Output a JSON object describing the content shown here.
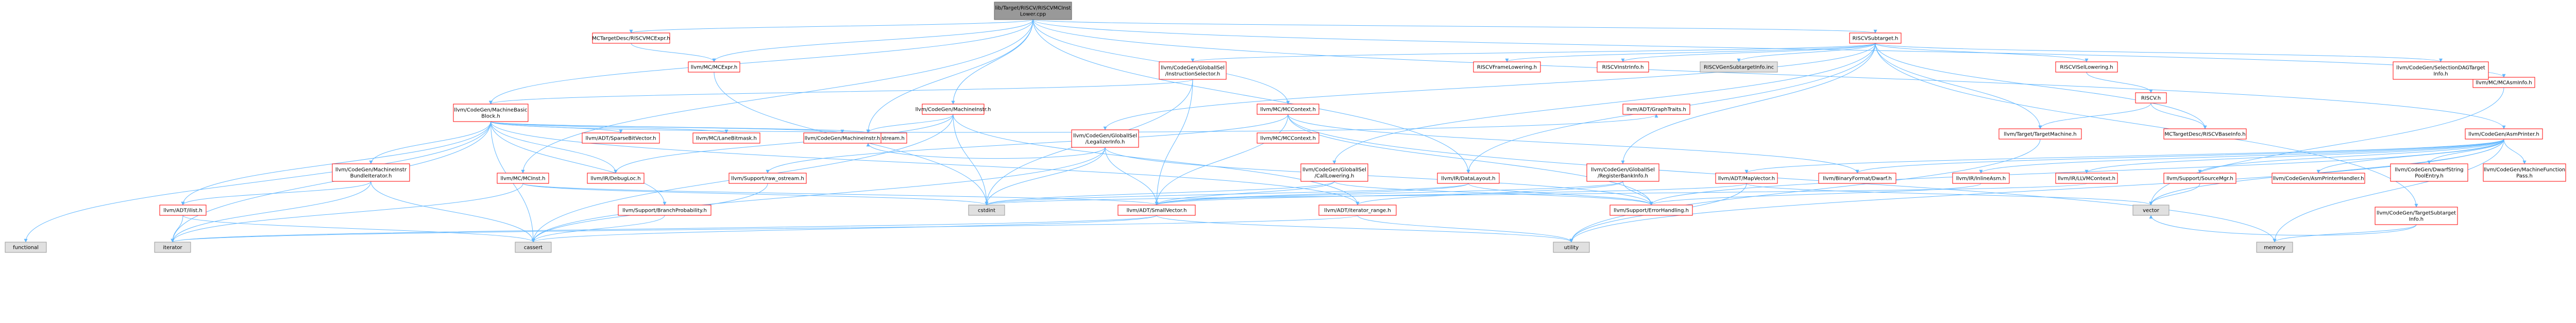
{
  "colors": {
    "root_fill": "#999999",
    "root_stroke": "#666666",
    "linked_stroke": "#ff0000",
    "linked_fill": "#ffffff",
    "external_fill": "#e0e0e0",
    "external_stroke": "#999999",
    "edge": "#63b8ff"
  },
  "nodes": [
    {
      "id": "root",
      "lines": [
        "lib/Target/RISCV/RISCVMCInst",
        "Lower.cpp"
      ],
      "kind": "root"
    },
    {
      "id": "mctd_riscvexpr",
      "lines": [
        "MCTargetDesc/RISCVMCExpr.h"
      ],
      "kind": "linked"
    },
    {
      "id": "riscvsubtarget",
      "lines": [
        "RISCVSubtarget.h"
      ],
      "kind": "linked"
    },
    {
      "id": "asmprinter",
      "lines": [
        "llvm/CodeGen/AsmPrinter.h"
      ],
      "kind": "linked"
    },
    {
      "id": "mbb",
      "lines": [
        "llvm/CodeGen/MachineBasic",
        "Block.h"
      ],
      "kind": "linked"
    },
    {
      "id": "mi",
      "lines": [
        "llvm/CodeGen/MachineInstr.h"
      ],
      "kind": "linked"
    },
    {
      "id": "mcasminfo",
      "lines": [
        "llvm/MC/MCAsmInfo.h"
      ],
      "kind": "linked"
    },
    {
      "id": "mccontext",
      "lines": [
        "llvm/MC/MCContext.h"
      ],
      "kind": "linked"
    },
    {
      "id": "rawostream",
      "lines": [
        "llvm/Support/raw_ostream.h"
      ],
      "kind": "linked"
    },
    {
      "id": "mcexpr",
      "lines": [
        "llvm/MC/MCExpr.h"
      ],
      "kind": "linked"
    },
    {
      "id": "gisel_is",
      "lines": [
        "llvm/CodeGen/GlobalISel",
        "/InstructionSelector.h"
      ],
      "kind": "linked"
    },
    {
      "id": "framelowering",
      "lines": [
        "RISCVFrameLowering.h"
      ],
      "kind": "linked"
    },
    {
      "id": "instrinfo",
      "lines": [
        "RISCVInstrInfo.h"
      ],
      "kind": "linked"
    },
    {
      "id": "gensubtarget",
      "lines": [
        "RISCVGenSubtargetInfo.inc"
      ],
      "kind": "external"
    },
    {
      "id": "isellowering",
      "lines": [
        "RISCVISelLowering.h"
      ],
      "kind": "linked"
    },
    {
      "id": "seldag",
      "lines": [
        "llvm/CodeGen/SelectionDAGTarget",
        "Info.h"
      ],
      "kind": "linked"
    },
    {
      "id": "riscvh",
      "lines": [
        "RISCV.h"
      ],
      "kind": "linked"
    },
    {
      "id": "targetmachine",
      "lines": [
        "llvm/Target/TargetMachine.h"
      ],
      "kind": "linked"
    },
    {
      "id": "mctd_baseinfo",
      "lines": [
        "MCTargetDesc/RISCVBaseInfo.h"
      ],
      "kind": "linked"
    },
    {
      "id": "adt_sparsebitvector",
      "lines": [
        "llvm/ADT/SparseBitVector.h"
      ],
      "kind": "linked"
    },
    {
      "id": "mc_lanebitmask",
      "lines": [
        "llvm/MC/LaneBitmask.h"
      ],
      "kind": "linked"
    },
    {
      "id": "machineinstrh",
      "lines": [
        "llvm/CodeGen/MachineInstr.h"
      ],
      "kind": "linked"
    },
    {
      "id": "graphtraits",
      "lines": [
        "llvm/ADT/GraphTraits.h"
      ],
      "kind": "linked"
    },
    {
      "id": "gisel_legalizer",
      "lines": [
        "llvm/CodeGen/GlobalISel",
        "/LegalizerInfo.h"
      ],
      "kind": "linked"
    },
    {
      "id": "mccontext2",
      "lines": [
        "llvm/MC/MCContext.h"
      ],
      "kind": "linked"
    },
    {
      "id": "mib_bundle",
      "lines": [
        "llvm/CodeGen/MachineInstr",
        "BundleIterator.h"
      ],
      "kind": "linked"
    },
    {
      "id": "mcinst",
      "lines": [
        "llvm/MC/MCInst.h"
      ],
      "kind": "linked"
    },
    {
      "id": "debugloc",
      "lines": [
        "llvm/IR/DebugLoc.h"
      ],
      "kind": "linked"
    },
    {
      "id": "raw_ostream2",
      "lines": [
        "llvm/Support/raw_ostream.h"
      ],
      "kind": "linked"
    },
    {
      "id": "gisel_calllowering",
      "lines": [
        "llvm/CodeGen/GlobalISel",
        "/CallLowering.h"
      ],
      "kind": "linked"
    },
    {
      "id": "datalayout",
      "lines": [
        "llvm/IR/DataLayout.h"
      ],
      "kind": "linked"
    },
    {
      "id": "gisel_regbank",
      "lines": [
        "llvm/CodeGen/GlobalISel",
        "/RegisterBankInfo.h"
      ],
      "kind": "linked"
    },
    {
      "id": "binaryformat",
      "lines": [
        "llvm/BinaryFormat/Dwarf.h"
      ],
      "kind": "linked"
    },
    {
      "id": "adt_mapvector",
      "lines": [
        "llvm/ADT/MapVector.h"
      ],
      "kind": "linked"
    },
    {
      "id": "inlineasm",
      "lines": [
        "llvm/IR/InlineAsm.h"
      ],
      "kind": "linked"
    },
    {
      "id": "llvmcontext",
      "lines": [
        "llvm/IR/LLVMContext.h"
      ],
      "kind": "linked"
    },
    {
      "id": "sourcemgr",
      "lines": [
        "llvm/Support/SourceMgr.h"
      ],
      "kind": "linked"
    },
    {
      "id": "asmprinterhandler",
      "lines": [
        "llvm/CodeGen/AsmPrinterHandler.h"
      ],
      "kind": "linked"
    },
    {
      "id": "dwarfstring",
      "lines": [
        "llvm/CodeGen/DwarfString",
        "PoolEntry.h"
      ],
      "kind": "linked"
    },
    {
      "id": "mfpass",
      "lines": [
        "llvm/CodeGen/MachineFunction",
        "Pass.h"
      ],
      "kind": "linked"
    },
    {
      "id": "targetsubtarget",
      "lines": [
        "llvm/CodeGen/TargetSubtarget",
        "Info.h"
      ],
      "kind": "linked"
    },
    {
      "id": "adt_ilist",
      "lines": [
        "llvm/ADT/ilist.h"
      ],
      "kind": "linked"
    },
    {
      "id": "branchprob",
      "lines": [
        "llvm/Support/BranchProbability.h"
      ],
      "kind": "linked"
    },
    {
      "id": "smallvector",
      "lines": [
        "llvm/ADT/SmallVector.h"
      ],
      "kind": "linked"
    },
    {
      "id": "iterator_range",
      "lines": [
        "llvm/ADT/iterator_range.h"
      ],
      "kind": "linked"
    },
    {
      "id": "errorhandling",
      "lines": [
        "llvm/Support/ErrorHandling.h"
      ],
      "kind": "linked"
    },
    {
      "id": "functional",
      "lines": [
        "functional"
      ],
      "kind": "external"
    },
    {
      "id": "iterator",
      "lines": [
        "iterator"
      ],
      "kind": "external"
    },
    {
      "id": "cassert",
      "lines": [
        "cassert"
      ],
      "kind": "external"
    },
    {
      "id": "cstdint",
      "lines": [
        "cstdint"
      ],
      "kind": "external"
    },
    {
      "id": "utility",
      "lines": [
        "utility"
      ],
      "kind": "external"
    },
    {
      "id": "vector",
      "lines": [
        "vector"
      ],
      "kind": "external"
    },
    {
      "id": "memory",
      "lines": [
        "memory"
      ],
      "kind": "external"
    }
  ],
  "edges": [
    [
      "root",
      "mctd_riscvexpr"
    ],
    [
      "root",
      "riscvsubtarget"
    ],
    [
      "root",
      "asmprinter"
    ],
    [
      "root",
      "mbb"
    ],
    [
      "root",
      "mi"
    ],
    [
      "root",
      "mcasminfo"
    ],
    [
      "root",
      "mccontext"
    ],
    [
      "root",
      "rawostream"
    ],
    [
      "root",
      "mcexpr"
    ],
    [
      "root",
      "mcinst"
    ],
    [
      "root",
      "datalayout"
    ],
    [
      "mctd_riscvexpr",
      "mcexpr"
    ],
    [
      "riscvsubtarget",
      "gisel_is"
    ],
    [
      "riscvsubtarget",
      "framelowering"
    ],
    [
      "riscvsubtarget",
      "instrinfo"
    ],
    [
      "riscvsubtarget",
      "gensubtarget"
    ],
    [
      "riscvsubtarget",
      "isellowering"
    ],
    [
      "riscvsubtarget",
      "seldag"
    ],
    [
      "riscvsubtarget",
      "mctd_baseinfo"
    ],
    [
      "riscvsubtarget",
      "targetmachine"
    ],
    [
      "riscvsubtarget",
      "datalayout"
    ],
    [
      "riscvsubtarget",
      "gisel_legalizer"
    ],
    [
      "riscvsubtarget",
      "gisel_calllowering"
    ],
    [
      "riscvsubtarget",
      "gisel_regbank"
    ],
    [
      "riscvsubtarget",
      "targetsubtarget"
    ],
    [
      "isellowering",
      "riscvh"
    ],
    [
      "riscvh",
      "mctd_baseinfo"
    ],
    [
      "riscvh",
      "targetmachine"
    ],
    [
      "gisel_is",
      "mbb"
    ],
    [
      "gisel_is",
      "cstdint"
    ],
    [
      "gisel_is",
      "smallvector"
    ],
    [
      "mbb",
      "adt_sparsebitvector"
    ],
    [
      "mbb",
      "mc_lanebitmask"
    ],
    [
      "mbb",
      "machineinstrh"
    ],
    [
      "mbb",
      "graphtraits"
    ],
    [
      "mbb",
      "adt_ilist"
    ],
    [
      "mbb",
      "mib_bundle"
    ],
    [
      "mbb",
      "branchprob"
    ],
    [
      "mbb",
      "rawostream"
    ],
    [
      "mbb",
      "debugloc"
    ],
    [
      "mbb",
      "functional"
    ],
    [
      "mbb",
      "iterator"
    ],
    [
      "mbb",
      "cassert"
    ],
    [
      "mbb",
      "iterator_range"
    ],
    [
      "mi",
      "debugloc"
    ],
    [
      "mi",
      "rawostream"
    ],
    [
      "mi",
      "cassert"
    ],
    [
      "mi",
      "cstdint"
    ],
    [
      "mi",
      "iterator_range"
    ],
    [
      "mccontext",
      "raw_ostream2"
    ],
    [
      "mccontext",
      "smallvector"
    ],
    [
      "mccontext",
      "binaryformat"
    ],
    [
      "mccontext",
      "errorhandling"
    ],
    [
      "mccontext",
      "memory"
    ],
    [
      "asmprinter",
      "binaryformat"
    ],
    [
      "asmprinter",
      "adt_mapvector"
    ],
    [
      "asmprinter",
      "inlineasm"
    ],
    [
      "asmprinter",
      "llvmcontext"
    ],
    [
      "asmprinter",
      "sourcemgr"
    ],
    [
      "asmprinter",
      "asmprinterhandler"
    ],
    [
      "asmprinter",
      "dwarfstring"
    ],
    [
      "asmprinter",
      "mfpass"
    ],
    [
      "asmprinter",
      "errorhandling"
    ],
    [
      "asmprinter",
      "utility"
    ],
    [
      "asmprinter",
      "vector"
    ],
    [
      "asmprinter",
      "memory"
    ],
    [
      "gisel_legalizer",
      "rawostream"
    ],
    [
      "gisel_legalizer",
      "smallvector"
    ],
    [
      "gisel_legalizer",
      "cassert"
    ],
    [
      "gisel_legalizer",
      "cstdint"
    ],
    [
      "gisel_legalizer",
      "errorhandling"
    ],
    [
      "gisel_calllowering",
      "smallvector"
    ],
    [
      "gisel_calllowering",
      "errorhandling"
    ],
    [
      "gisel_calllowering",
      "cstdint"
    ],
    [
      "gisel_regbank",
      "smallvector"
    ],
    [
      "gisel_regbank",
      "errorhandling"
    ],
    [
      "gisel_regbank",
      "iterator_range"
    ],
    [
      "adt_mapvector",
      "smallvector"
    ],
    [
      "adt_mapvector",
      "vector"
    ],
    [
      "adt_mapvector",
      "utility"
    ],
    [
      "datalayout",
      "smallvector"
    ],
    [
      "datalayout",
      "cstdint"
    ],
    [
      "datalayout",
      "errorhandling"
    ],
    [
      "mib_bundle",
      "adt_ilist"
    ],
    [
      "mib_bundle",
      "iterator"
    ],
    [
      "mib_bundle",
      "cassert"
    ],
    [
      "adt_ilist",
      "cassert"
    ],
    [
      "adt_ilist",
      "iterator"
    ],
    [
      "smallvector",
      "cassert"
    ],
    [
      "smallvector",
      "iterator"
    ],
    [
      "smallvector",
      "utility"
    ],
    [
      "iterator_range",
      "utility"
    ],
    [
      "iterator_range",
      "iterator"
    ],
    [
      "mcinst",
      "smallvector"
    ],
    [
      "mcinst",
      "cstdint"
    ],
    [
      "mcinst",
      "iterator"
    ],
    [
      "branchprob",
      "cassert"
    ],
    [
      "mcexpr",
      "cstdint"
    ],
    [
      "inlineasm",
      "errorhandling"
    ],
    [
      "targetsubtarget",
      "vector"
    ],
    [
      "targetsubtarget",
      "memory"
    ],
    [
      "llvmcontext",
      "cstdint"
    ],
    [
      "sourcemgr",
      "vector"
    ],
    [
      "raw_ostream2",
      "cassert"
    ],
    [
      "mcasminfo",
      "vector"
    ],
    [
      "targetmachine",
      "utility"
    ]
  ]
}
